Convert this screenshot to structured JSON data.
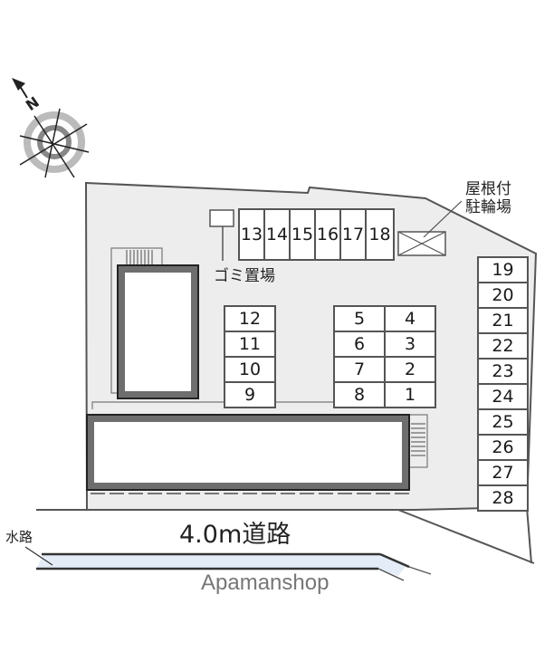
{
  "map": {
    "compass": {
      "icon": "compass-north-icon",
      "direction": "N"
    },
    "garbage_area_label": "ゴミ置場",
    "bicycle_parking_label_line1": "屋根付",
    "bicycle_parking_label_line2": "駐輪場",
    "road_label": "4.0m道路",
    "waterway_label": "水路",
    "brand": "Apamanshop",
    "parking": {
      "top_row": [
        "13",
        "14",
        "15",
        "16",
        "17",
        "18"
      ],
      "left_column": [
        "12",
        "11",
        "10",
        "9"
      ],
      "middle_left_column": [
        "5",
        "6",
        "7",
        "8"
      ],
      "middle_right_column": [
        "4",
        "3",
        "2",
        "1"
      ],
      "right_column": [
        "19",
        "20",
        "21",
        "22",
        "23",
        "24",
        "25",
        "26",
        "27",
        "28"
      ]
    },
    "colors": {
      "lot_fill": "#ededed",
      "outline": "#555555",
      "building_wall": "#6e6e6e",
      "waterway_fill": "#e4edf7"
    }
  }
}
